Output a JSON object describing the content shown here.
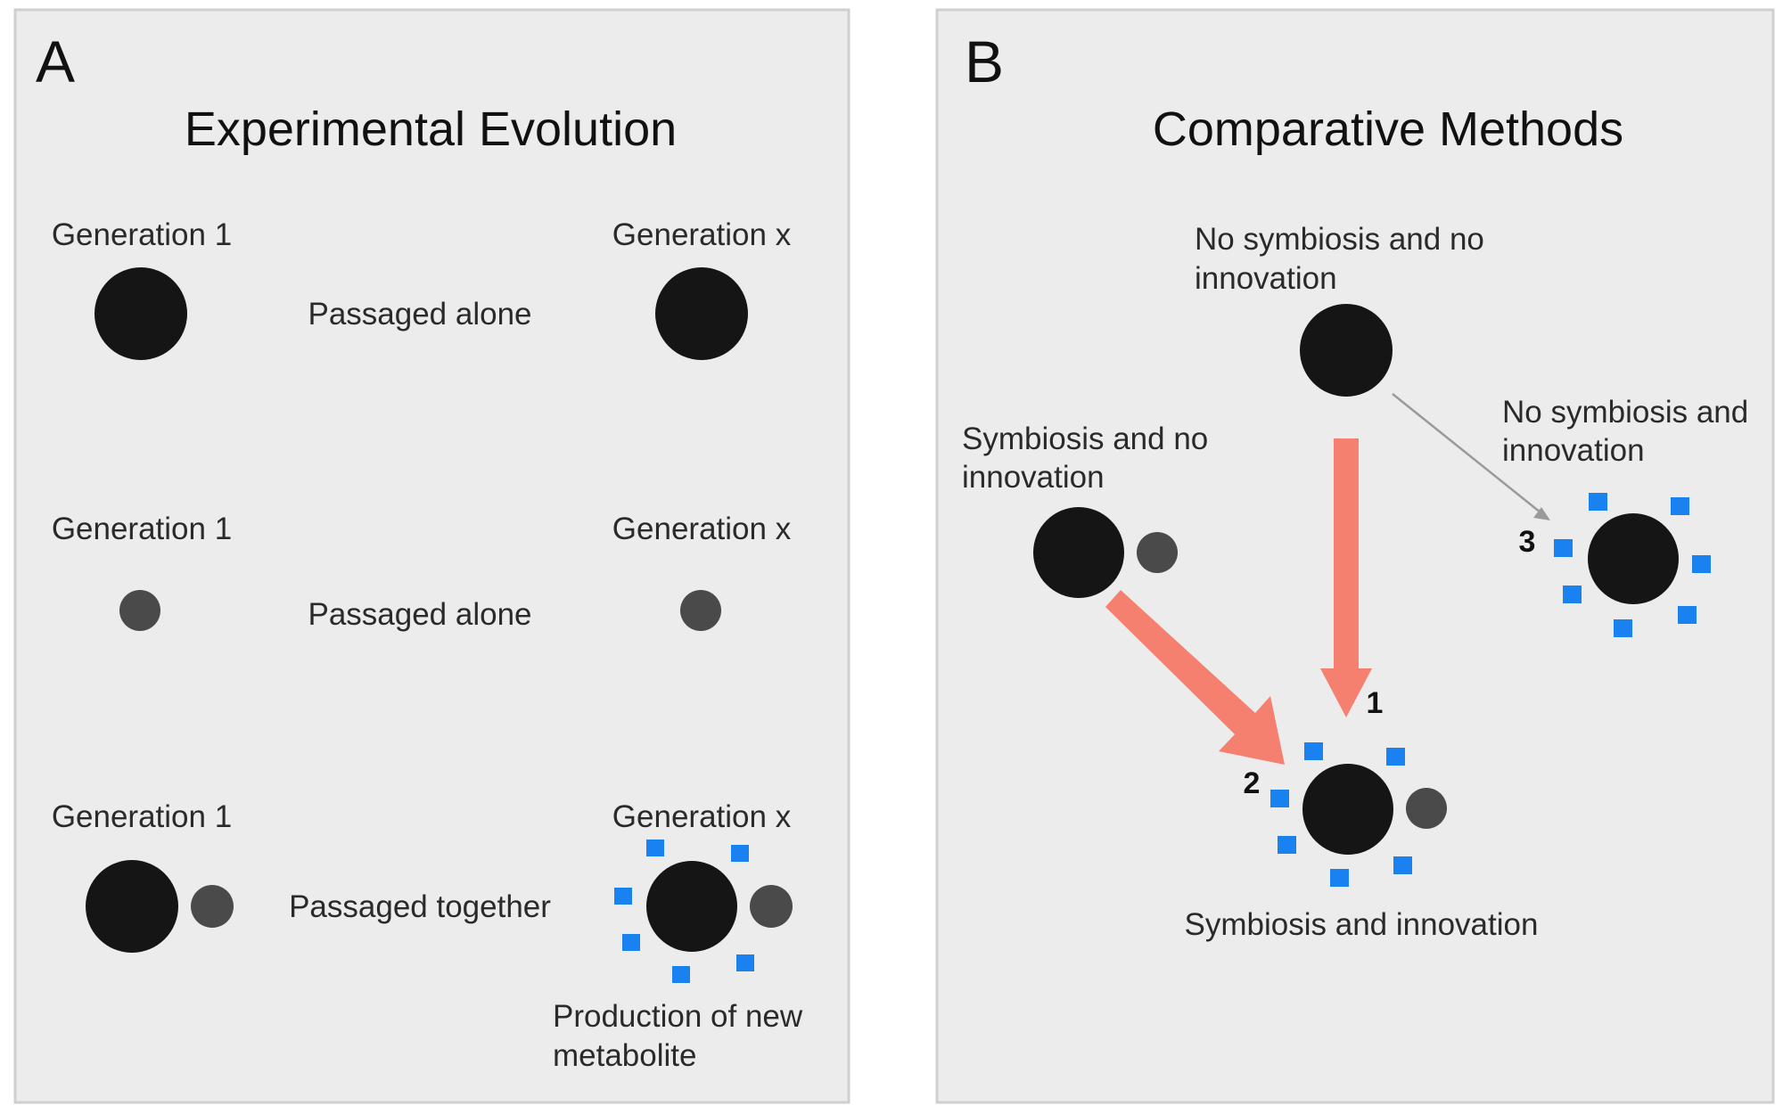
{
  "figure": {
    "panel_a": {
      "letter": "A",
      "title": "Experimental Evolution",
      "rows": [
        {
          "start_label": "Generation 1",
          "end_label": "Generation x",
          "process_label": "Passaged alone",
          "start_organisms": [
            "host"
          ],
          "end_organisms": [
            "host"
          ],
          "end_metabolite": false
        },
        {
          "start_label": "Generation 1",
          "end_label": "Generation x",
          "process_label": "Passaged alone",
          "start_organisms": [
            "symbiont"
          ],
          "end_organisms": [
            "symbiont"
          ],
          "end_metabolite": false
        },
        {
          "start_label": "Generation 1",
          "end_label": "Generation x",
          "process_label": "Passaged together",
          "start_organisms": [
            "host",
            "symbiont"
          ],
          "end_organisms": [
            "host",
            "symbiont"
          ],
          "end_metabolite": true,
          "end_note": [
            "Production of new",
            "metabolite"
          ]
        }
      ]
    },
    "panel_b": {
      "letter": "B",
      "title": "Comparative Methods",
      "nodes": {
        "ancestral": {
          "label": [
            "No symbiosis and no",
            "innovation"
          ],
          "organisms": [
            "host"
          ],
          "metabolite": false
        },
        "symbiosis_only": {
          "label": [
            "Symbiosis and no",
            "innovation"
          ],
          "organisms": [
            "host",
            "symbiont"
          ],
          "metabolite": false
        },
        "innovation_only": {
          "label": [
            "No symbiosis and",
            "innovation"
          ],
          "organisms": [
            "host"
          ],
          "metabolite": true
        },
        "both": {
          "label": [
            "Symbiosis and innovation"
          ],
          "organisms": [
            "host",
            "symbiont"
          ],
          "metabolite": true
        }
      },
      "transitions": [
        {
          "number": "1",
          "from": "ancestral",
          "to": "both",
          "style": "bold"
        },
        {
          "number": "2",
          "from": "symbiosis_only",
          "to": "both",
          "style": "bold"
        },
        {
          "number": "3",
          "from": "ancestral",
          "to": "innovation_only",
          "style": "thin"
        }
      ]
    },
    "colors": {
      "panel_background": "#ececec",
      "host": "#151515",
      "symbiont": "#4a4a4a",
      "metabolite": "#1a82f0",
      "bold_arrow": "#f5806f",
      "thin_arrow": "#9a9a9a"
    }
  }
}
